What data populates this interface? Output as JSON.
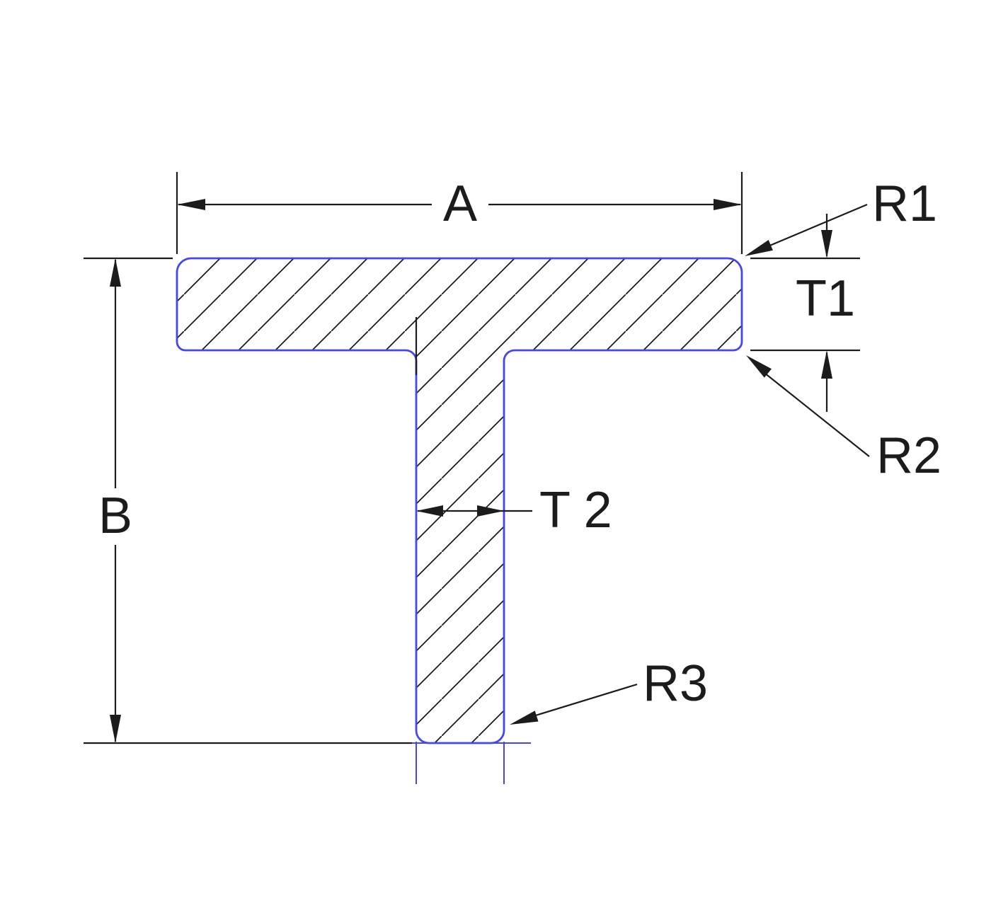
{
  "diagram": {
    "kind": "t-section-cross-section",
    "labels": {
      "width": "A",
      "height": "B",
      "flange_thickness": "T1",
      "web_thickness": "T 2",
      "radius1": "R1",
      "radius2": "R2",
      "radius3": "R3"
    },
    "colors": {
      "profile_outline": "#4646f0",
      "dimension_lines": "#1c1c1c",
      "hatch": "#1c1c1c",
      "background": "#ffffff"
    }
  }
}
